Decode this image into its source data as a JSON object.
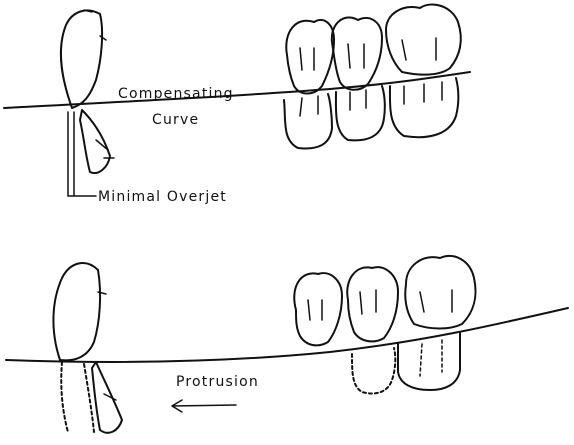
{
  "labels": {
    "compensating_line1": "Compensating",
    "compensating_line2": "Curve",
    "minimal_overjet": "Minimal Overjet",
    "protrusion": "Protrusion"
  }
}
